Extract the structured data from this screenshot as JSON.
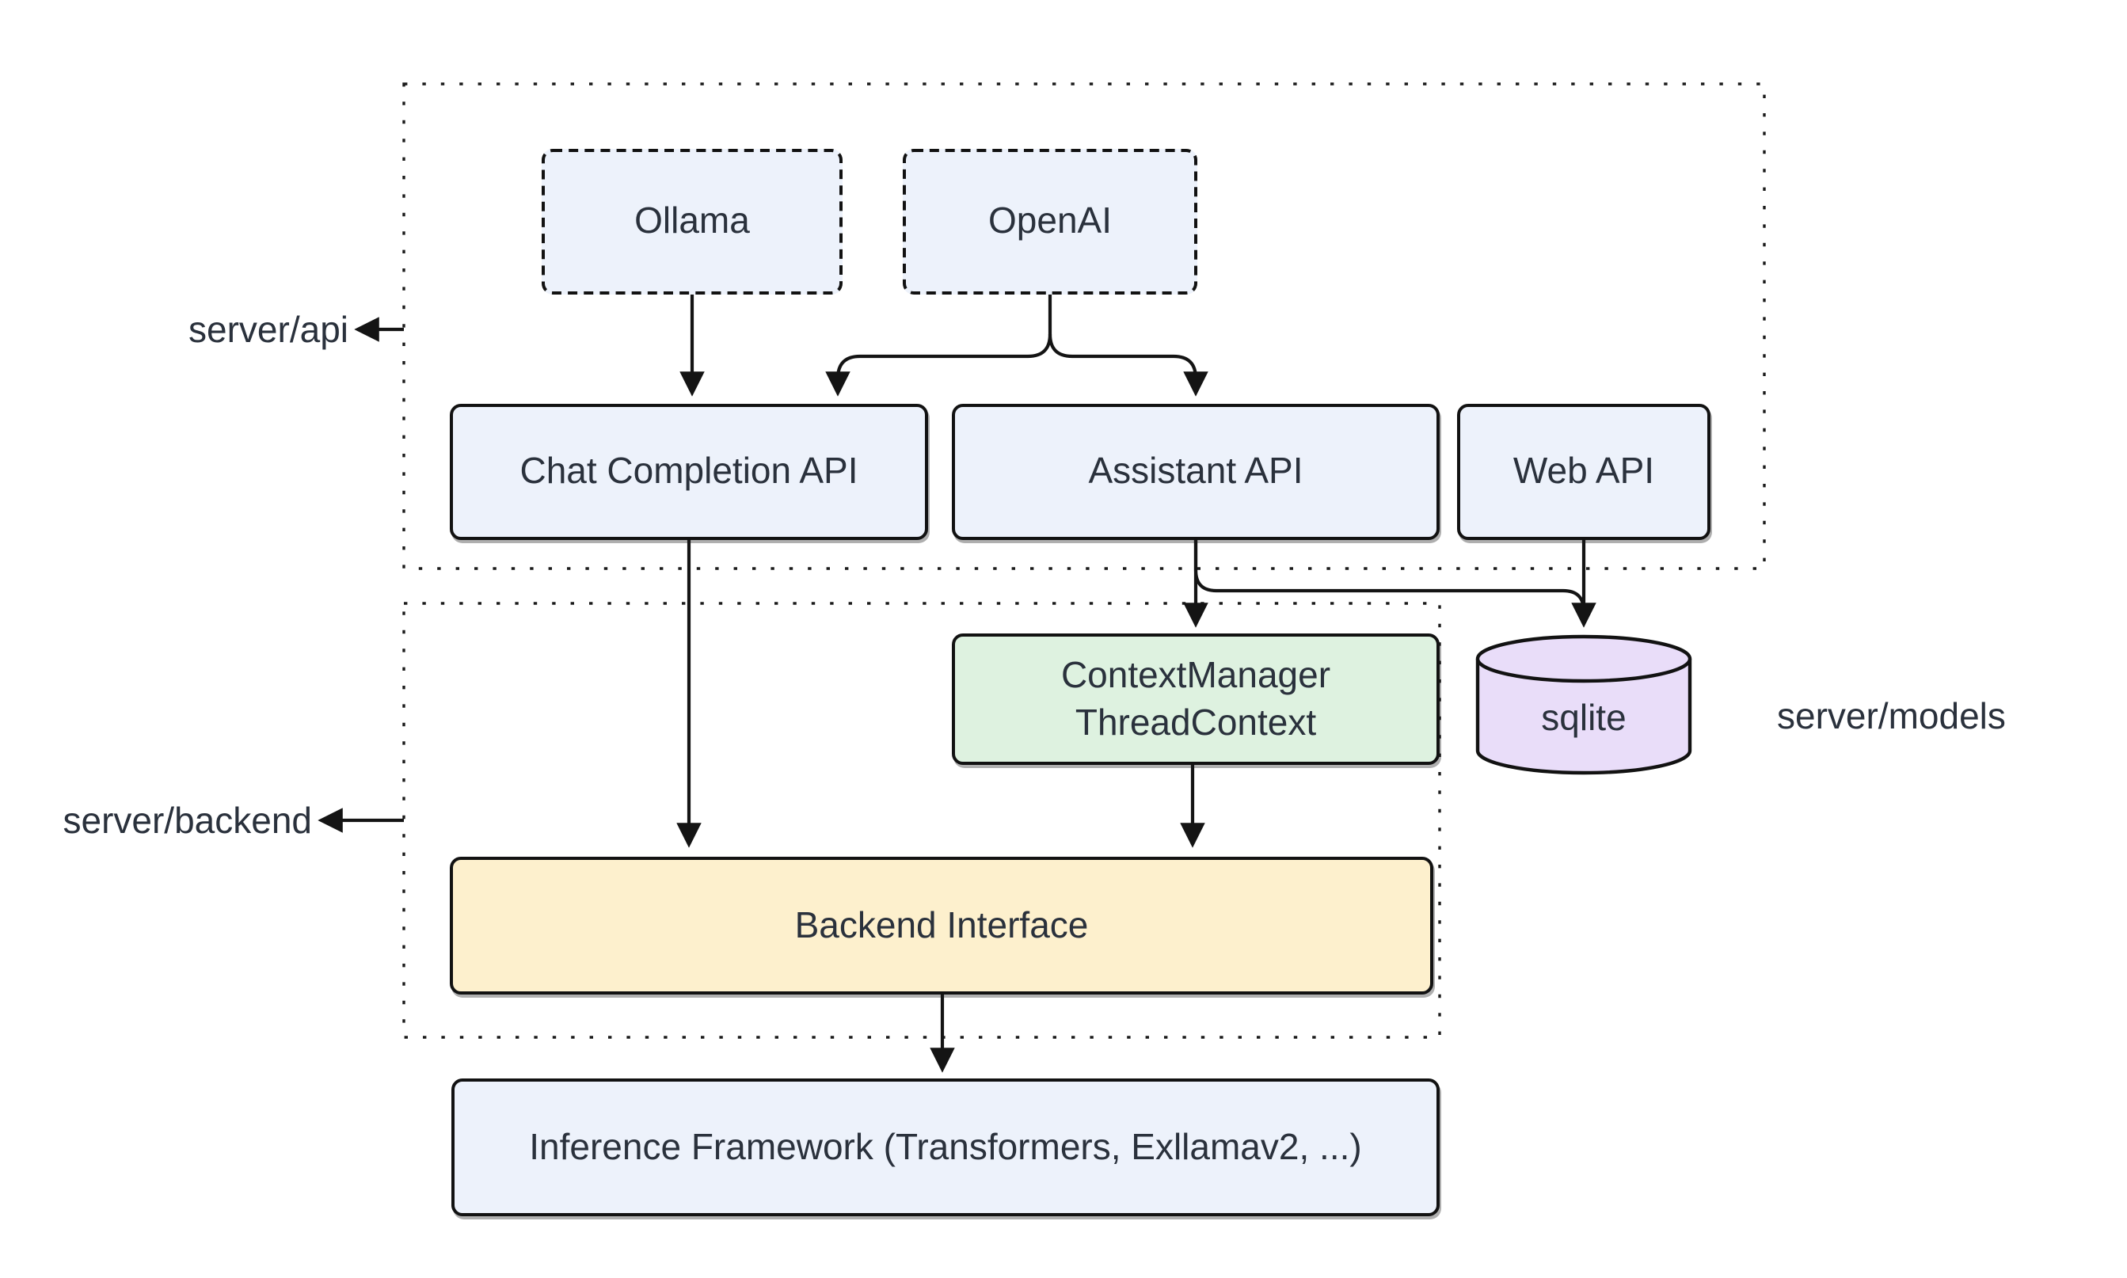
{
  "diagram": {
    "type": "architecture-flowchart",
    "containers": {
      "api": {
        "label": "server/api"
      },
      "backend": {
        "label": "server/backend"
      }
    },
    "external_labels": {
      "models": "server/models"
    },
    "nodes": {
      "ollama": {
        "label": "Ollama"
      },
      "openai": {
        "label": "OpenAI"
      },
      "chat_api": {
        "label": "Chat Completion API"
      },
      "assistant_api": {
        "label": "Assistant API"
      },
      "web_api": {
        "label": "Web API"
      },
      "context_manager": {
        "line1": "ContextManager",
        "line2": "ThreadContext"
      },
      "backend_interface": {
        "label": "Backend Interface"
      },
      "inference": {
        "label": "Inference Framework (Transformers, Exllamav2, ...)"
      },
      "sqlite": {
        "label": "sqlite"
      }
    },
    "edges": [
      {
        "from": "Ollama",
        "to": "Chat Completion API"
      },
      {
        "from": "OpenAI",
        "to": "Chat Completion API"
      },
      {
        "from": "OpenAI",
        "to": "Assistant API"
      },
      {
        "from": "Chat Completion API",
        "to": "Backend Interface"
      },
      {
        "from": "Assistant API",
        "to": "ContextManager ThreadContext"
      },
      {
        "from": "Assistant API",
        "to": "sqlite"
      },
      {
        "from": "Web API",
        "to": "sqlite"
      },
      {
        "from": "ContextManager ThreadContext",
        "to": "Backend Interface"
      },
      {
        "from": "Backend Interface",
        "to": "Inference Framework (Transformers, Exllamav2, ...)"
      }
    ],
    "colors": {
      "node_blue": "#edf2fb",
      "node_green": "#def2e0",
      "node_yellow": "#fdf0cd",
      "node_purple": "#e9ddf9",
      "stroke": "#141414",
      "text": "#2a313c"
    }
  }
}
